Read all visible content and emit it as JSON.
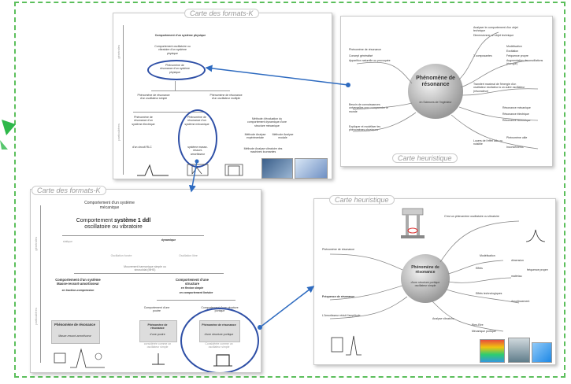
{
  "panels": {
    "top_left": {
      "title": "Carte des formats-K",
      "nodes": {
        "n1": "Comportement d'un système physique",
        "n2": "Comportement oscillatoire ou vibratoire d'un système physique",
        "n3": "Phénomène de résonance d'un système physique",
        "n4": "Phénomène de résonance d'un oscillateur simple",
        "n5": "Phénomène de résonance d'un oscillateur multiple",
        "n6": "Phénomène de résonance d'un système électrique",
        "n7": "Phénomène de résonance d'un système mécanique",
        "n8": "système masse-ressort-amortisseur",
        "n9": "d'un circuit RLC",
        "n10": "Méthode d'évaluation du comportement dynamique d'une structure mécanique",
        "n11": "Méthode Analyse expérimentale",
        "n12": "Méthode Analyse modale",
        "n13": "Méthode Analyse vibratoire des machines tournantes"
      },
      "side_top": "générales",
      "side_bottom": "particulières"
    },
    "top_right": {
      "title": "Carte heuristique",
      "center": "Phénomène de résonance",
      "center_sub": "en Sciences de l'Ingénieur",
      "branches": {
        "b1": "Analyser le comportement d'un objet technique",
        "b2": "Dimensionner un objet technique",
        "b3": "Phénomène de résonance",
        "b4": "Concept généralisé",
        "b5": "Apparition naturelle ou provoquée",
        "b6": "Modélisation",
        "b7": "Excitation",
        "b8": "Fréquence propre",
        "b9": "Augmentation des oscillations (énergie)",
        "b10": "3 composantes",
        "b11": "Besoin de connaissances universelles pour comprendre le monde",
        "b12": "Transfert maximal de l'énergie d'un oscillateur excitateur à un autre oscillateur (résonateur)",
        "b13": "Résonance mécanique",
        "b14": "Résonance électrique",
        "b15": "Résonance acoustique",
        "b16": "Expliquer et modéliser les phénomènes physiques",
        "b17": "Phénomène utile",
        "b18": "Louers de l'effet utile ou nuisible",
        "b19": "Inconvénients"
      }
    },
    "bottom_left": {
      "title": "Carte des formats-K",
      "nodes": {
        "n1": "Comportement d'un système mécanique",
        "n2a": "Comportement",
        "n2b": "système 1 ddl",
        "n2c": "oscillatoire ou vibratoire",
        "n3": "statique",
        "n4": "dynamique",
        "n5": "Oscillation forcée",
        "n6": "Oscillation libre",
        "n7": "Mouvement harmonique simple ou sinusoïdal (MHS)",
        "n8": "Comportement d'un système Masse-ressort-amortisseur",
        "n8b": "en traction-compression",
        "n9": "Comportement d'une structure",
        "n9b": "en flexion simple",
        "n9c": "en comportement linéaire",
        "n10": "Comportement d'une poutre",
        "n11": "Comportement d'une structure portique",
        "g1": "Phénomène de résonance",
        "g1b": "Masse-ressort-amortisseur",
        "g2": "Phénomène de résonance",
        "g2b": "d'une poutre",
        "g3": "Phénomène de résonance",
        "g3b": "d'une structure portique",
        "g2c": "considérée comme un oscillateur simple",
        "g3c": "Considérée comme un oscillateur simple"
      },
      "side_top": "générales",
      "side_bottom": "particulières"
    },
    "bottom_right": {
      "title": "Carte heuristique",
      "center": "Phénomène de résonance",
      "center_sub": "d'une structure portique oscillateur simple",
      "branches": {
        "b1": "C'est un phénomène oscillatoire ou vibratoire",
        "b2": "Phénomène de résonance",
        "b3": "Fréquence de résonance",
        "b4": "L'Amortisseur réduit l'amplitude",
        "b5": "Modélisation",
        "b6": "Analyse vibratoire",
        "b7": "Bien-Etre",
        "b8": "Mécanique portique",
        "b9": "Effets",
        "b10": "Effets technologiques",
        "b11": "Amortissement",
        "b12": "dimension",
        "b13": "matériau",
        "b14": "fréquence propre"
      }
    }
  },
  "colors": {
    "frame": "#5cbf5c",
    "highlight": "#2e4fa6",
    "arrow": "#2e6bc0",
    "green_arrow": "#2eb84a"
  }
}
